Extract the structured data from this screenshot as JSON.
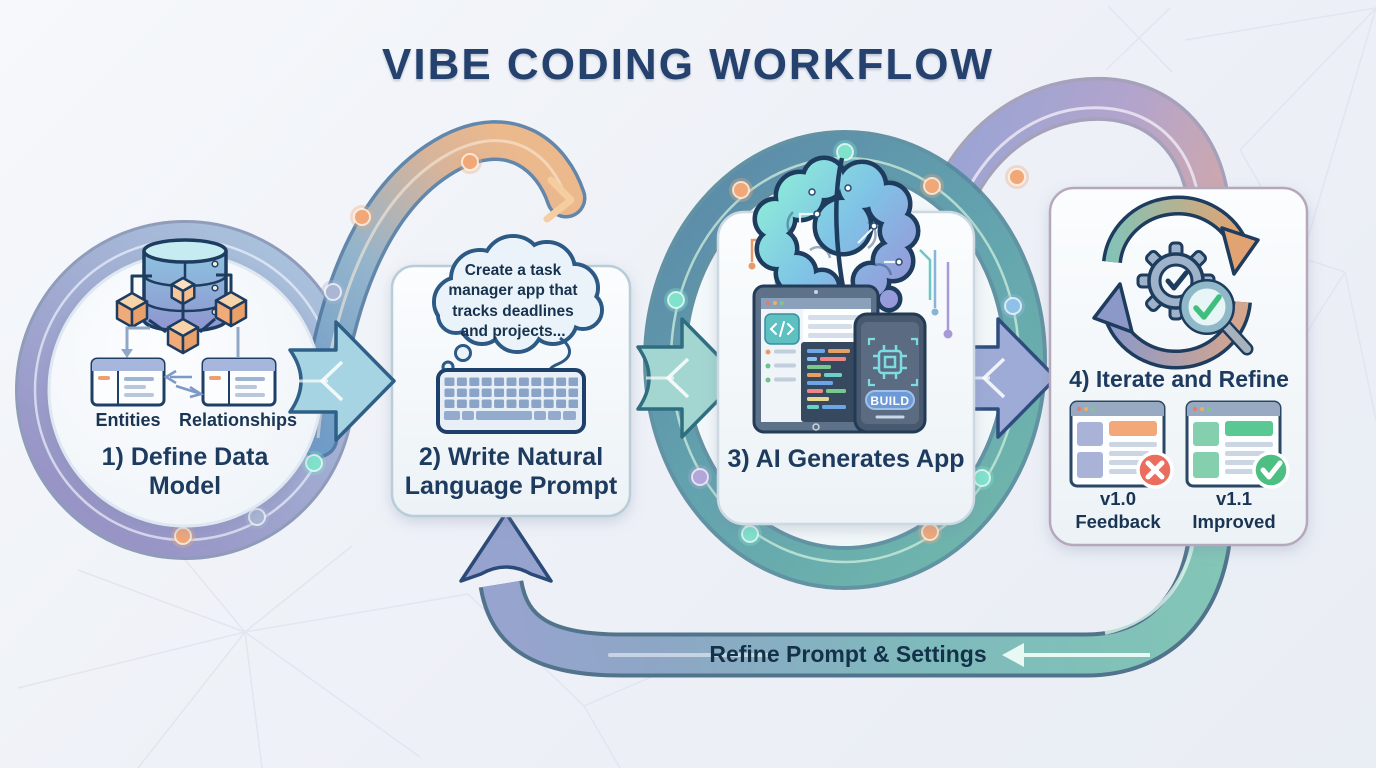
{
  "title": "VIBE CODING WORKFLOW",
  "steps": [
    {
      "label": "1) Define Data Model",
      "entities_label": "Entities",
      "relationships_label": "Relationships"
    },
    {
      "label": "2) Write Natural Language Prompt",
      "thought_bubble": "Create a task manager app that tracks deadlines and projects..."
    },
    {
      "label": "3) AI Generates App",
      "build_button": "BUILD"
    },
    {
      "label": "4) Iterate and Refine",
      "result_bad": "v1.0 Feedback",
      "result_good": "v1.1 Improved"
    }
  ],
  "return_loop_label": "Refine Prompt & Settings",
  "icons": {
    "step1": [
      "database-icon",
      "cube-node-icon",
      "entity-table-icon"
    ],
    "step2": [
      "thought-cloud-icon",
      "keyboard-icon"
    ],
    "step3": [
      "brain-circuit-icon",
      "tablet-code-icon",
      "phone-build-icon"
    ],
    "step4": [
      "iterate-cycle-icon",
      "gear-check-icon",
      "magnifier-check-icon",
      "browser-error-icon",
      "browser-success-icon"
    ],
    "connectors": [
      "flow-arrow-icon",
      "node-dot-icon",
      "return-loop-band"
    ]
  },
  "colors": {
    "navy_text": "#1d3a5f",
    "band_blue": "#6f9cc8",
    "band_teal": "#7fc4b8",
    "band_orange": "#ecb98c",
    "band_purple": "#9aa4d4",
    "dot_orange": "#f2a876",
    "dot_teal": "#7fe3cc",
    "dot_purple": "#b3a6da",
    "dot_blue": "#8fc0e8",
    "dot_gray_blue": "#aab6d4",
    "success_green": "#4dbf82",
    "error_red": "#eb6d5e",
    "build_blue": "#6d99d6",
    "background": "#eef1f6"
  }
}
